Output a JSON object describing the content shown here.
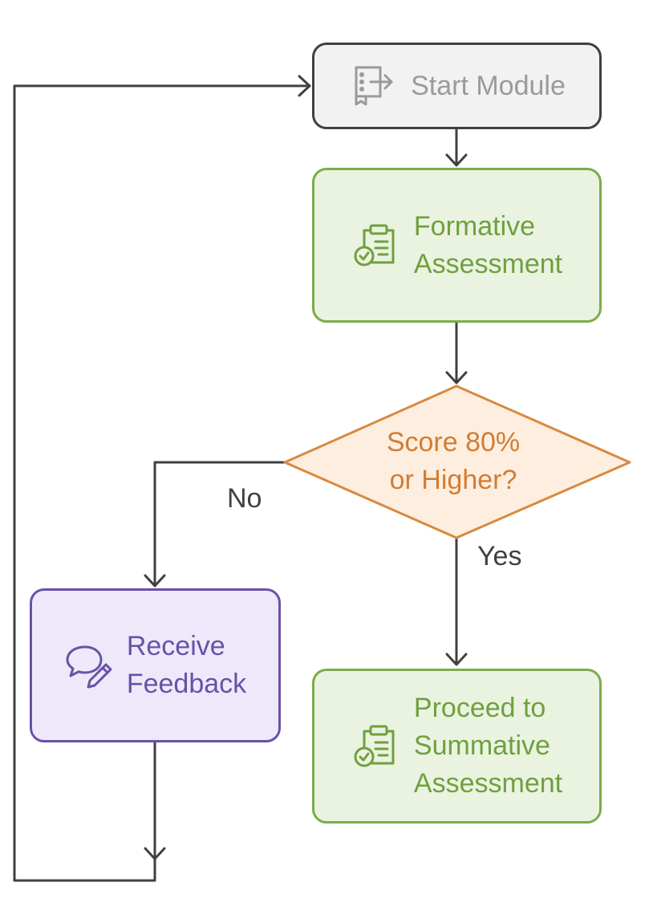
{
  "nodes": {
    "start": {
      "label": "Start Module",
      "icon": "start-module-icon"
    },
    "formative": {
      "label_line1": "Formative",
      "label_line2": "Assessment",
      "icon": "clipboard-check-icon"
    },
    "decision": {
      "label_line1": "Score 80%",
      "label_line2": "or Higher?"
    },
    "feedback": {
      "label_line1": "Receive",
      "label_line2": "Feedback",
      "icon": "chat-edit-icon"
    },
    "summative": {
      "label_line1": "Proceed to",
      "label_line2": "Summative",
      "label_line3": "Assessment",
      "icon": "clipboard-check-icon"
    }
  },
  "edges": {
    "no_label": "No",
    "yes_label": "Yes"
  },
  "colors": {
    "edge": "#404040",
    "start_fill": "#f2f2f2",
    "start_text": "#9a9a9a",
    "green_fill": "#eaf3e0",
    "green_stroke": "#7cab4d",
    "green_text": "#6fa03f",
    "decision_fill": "#fdeee0",
    "decision_stroke": "#d9893f",
    "decision_text": "#d27d33",
    "purple_fill": "#ede9fb",
    "purple_stroke": "#6a51a6"
  }
}
